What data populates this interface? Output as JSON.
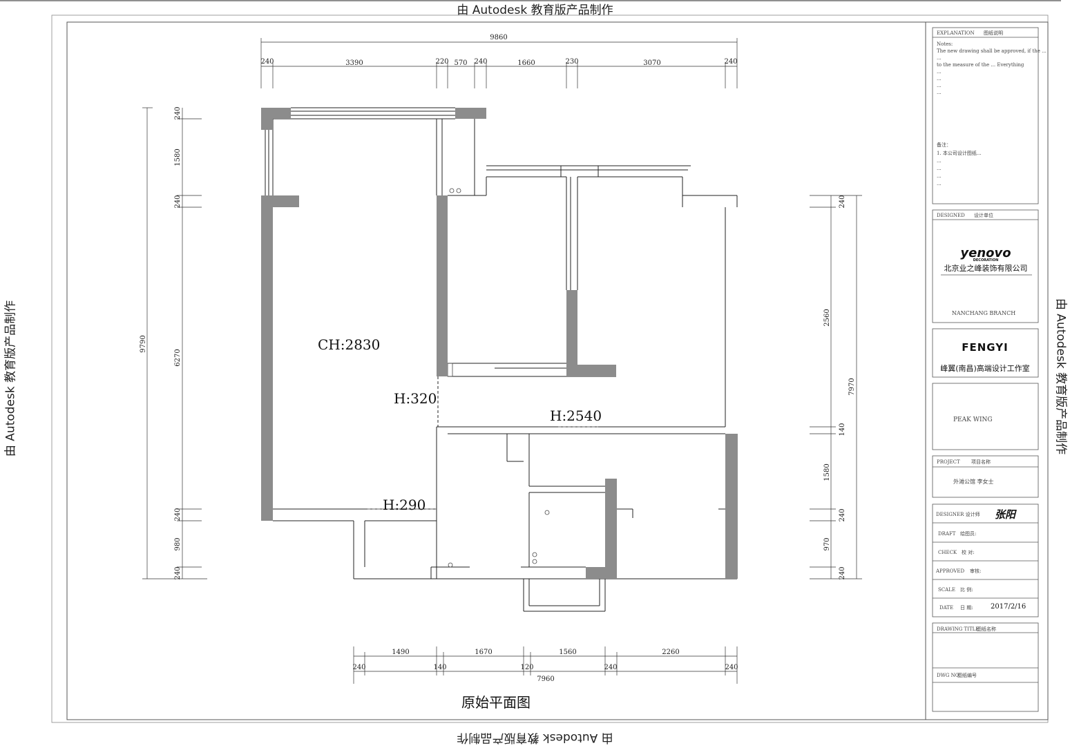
{
  "watermark": "由 Autodesk 教育版产品制作",
  "drawing": {
    "title": "原始平面图",
    "top_total": "9860",
    "top_segments": [
      "240",
      "3390",
      "220",
      "570",
      "240",
      "1660",
      "230",
      "3070",
      "240"
    ],
    "bottom_total": "7960",
    "bottom_row1": [
      "1490",
      "1670",
      "1560",
      "2260"
    ],
    "bottom_row2": [
      "240",
      "140",
      "120",
      "240",
      "240"
    ],
    "left_total": "9790",
    "left_segments": [
      "240",
      "1580",
      "240",
      "6270",
      "240",
      "980",
      "240"
    ],
    "right_total": "7970",
    "right_segments": [
      "240",
      "2560",
      "140",
      "1580",
      "240",
      "970",
      "240"
    ],
    "labels": {
      "ceiling_height": "CH:2830",
      "h1": "H:320",
      "h2": "H:2540",
      "h3": "H:290"
    }
  },
  "title_block": {
    "explanation_header": "EXPLANATION",
    "explanation_header_cn": "图纸说明",
    "notes_en": [
      "Notes:",
      "The new drawing shall be approved, if the ...",
      "...",
      "to the measure of the ... Everything",
      "...",
      "...",
      "...",
      "..."
    ],
    "notes_cn_title": "备注：",
    "notes_cn": [
      "1. 本公司设计图纸...",
      "...",
      "...",
      "...",
      "..."
    ],
    "design_label": "DESIGNED",
    "design_label_cn": "设计单位",
    "company_logo": "yenovo",
    "company_logo_sub": "DECORATION",
    "company_name": "北京业之峰装饰有限公司",
    "branch": "NANCHANG BRANCH",
    "studio_logo": "FENGYI",
    "studio_name": "峰翼(南昌)高端设计工作室",
    "studio2_name": "PEAK WING",
    "project_label": "PROJECT",
    "project_label_cn": "项目名称",
    "project_value": "外滩公馆 李女士",
    "designer_label": "DESIGNER 设计师",
    "designer_sign": "张阳",
    "draft_label": "DRAFT",
    "draft_label_cn": "绘图员:",
    "check_label": "CHECK",
    "check_label_cn": "校 对:",
    "approved_label": "APPROVED",
    "approved_label_cn": "审核:",
    "scale_label": "SCALE",
    "scale_label_cn": "比 例:",
    "date_label": "DATE",
    "date_label_cn": "日 期:",
    "date_value": "2017/2/16",
    "drawing_title_label": "DRAWING TITLE",
    "drawing_title_label_cn": "图纸名称",
    "dwg_no_label": "DWG NO.",
    "dwg_no_label_cn": "图纸编号"
  }
}
